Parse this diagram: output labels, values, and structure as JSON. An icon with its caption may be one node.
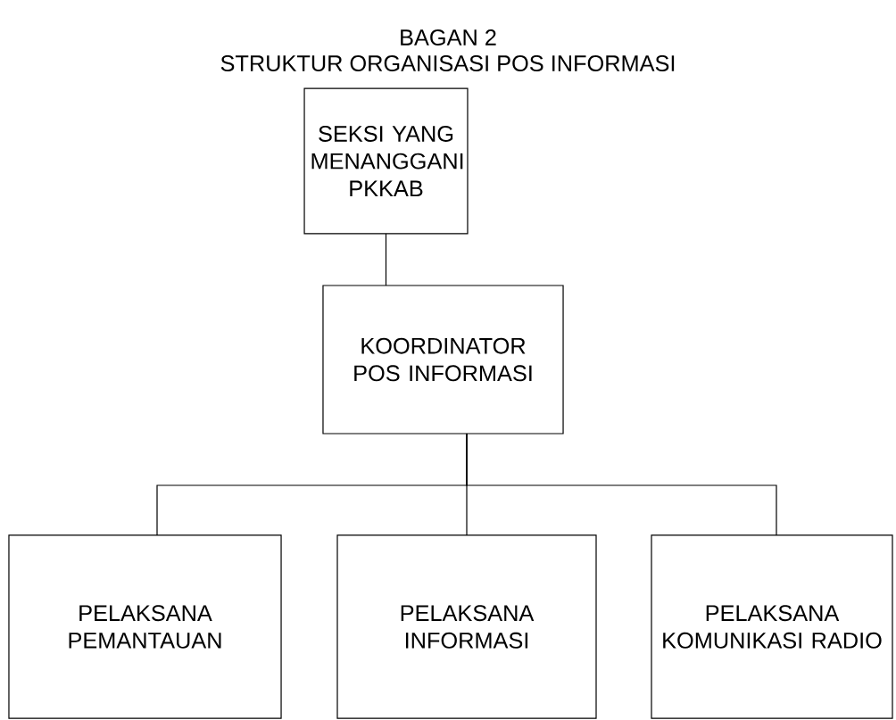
{
  "diagram": {
    "title": "BAGAN 2",
    "nodes": [
      {
        "text": [
          "SEKSI YANG MENANGGANI PKKAB"
        ]
      },
      {
        "text": [
          "KOORDINATOR POS INFORMASI"
        ]
      },
      {
        "text": [
          "PELAKSANA PEMANTAUAN"
        ]
      },
      {
        "text": [
          "PELAKSANA INFORMASI"
        ]
      },
      {
        "text": [
          "PELAKSANA KOMUNIKASI RADIO"
        ]
      }
    ],
    "edges": [
      {
        "from": 0,
        "to": 1,
        "arrow": "none"
      },
      {
        "from": 1,
        "to": 2,
        "arrow": "none"
      },
      {
        "from": 1,
        "to": 3,
        "arrow": "none"
      },
      {
        "from": 1,
        "to": 4,
        "arrow": "none"
      }
    ],
    "labels": [
      "STRUKTUR ORGANISASI POS INFORMASI"
    ]
  }
}
